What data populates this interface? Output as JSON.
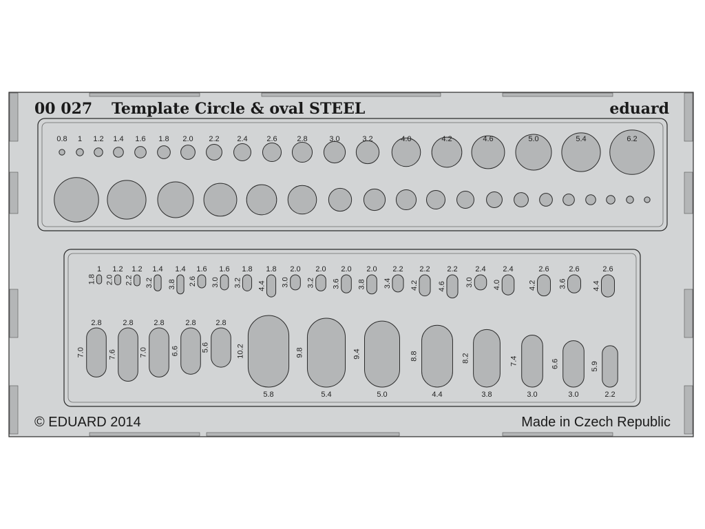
{
  "title": {
    "code": "00 027",
    "name": "Template Circle & oval STEEL",
    "brand": "eduard"
  },
  "footer": {
    "copyright": "© EDUARD 2014",
    "origin": "Made in Czech Republic"
  },
  "colors": {
    "background": "#ffffff",
    "plate": "#d2d4d5",
    "hole": "#b4b6b7",
    "outline": "#2a2a2a"
  },
  "circles_top_row": [
    "0.8",
    "1",
    "1.2",
    "1.4",
    "1.6",
    "1.8",
    "2.0",
    "2.2",
    "2.4",
    "2.6",
    "2.8",
    "3.0",
    "3.2",
    "4.0",
    "4.2",
    "4.6",
    "5.0",
    "5.4",
    "6.2"
  ],
  "circles_bottom_row": [
    "6.2",
    "5.4",
    "5.0",
    "4.6",
    "4.2",
    "4.0",
    "3.2",
    "3.0",
    "2.8",
    "2.6",
    "2.4",
    "2.2",
    "2.0",
    "1.8",
    "1.6",
    "1.4",
    "1.2",
    "1",
    "0.8"
  ],
  "small_ovals": [
    {
      "w": "1",
      "h": "1.8"
    },
    {
      "w": "1.2",
      "h": "2.0"
    },
    {
      "w": "1.2",
      "h": "2.2"
    },
    {
      "w": "1.4",
      "h": "3.2"
    },
    {
      "w": "1.4",
      "h": "3.8"
    },
    {
      "w": "1.6",
      "h": "2.6"
    },
    {
      "w": "1.6",
      "h": "3.0"
    },
    {
      "w": "1.8",
      "h": "3.2"
    },
    {
      "w": "1.8",
      "h": "4.4"
    },
    {
      "w": "2.0",
      "h": "3.0"
    },
    {
      "w": "2.0",
      "h": "3.2"
    },
    {
      "w": "2.0",
      "h": "3.6"
    },
    {
      "w": "2.0",
      "h": "3.8"
    },
    {
      "w": "2.2",
      "h": "3.4"
    },
    {
      "w": "2.2",
      "h": "4.2"
    },
    {
      "w": "2.2",
      "h": "4.6"
    },
    {
      "w": "2.4",
      "h": "3.0"
    },
    {
      "w": "2.4",
      "h": "4.0"
    },
    {
      "w": "2.6",
      "h": "4.2"
    },
    {
      "w": "2.6",
      "h": "3.6"
    },
    {
      "w": "2.6",
      "h": "4.4"
    }
  ],
  "left_ovals": [
    {
      "w": "2.8",
      "h": "7.0"
    },
    {
      "w": "2.8",
      "h": "7.6"
    },
    {
      "w": "2.8",
      "h": "7.0"
    },
    {
      "w": "2.8",
      "h": "6.6"
    },
    {
      "w": "2.8",
      "h": "5.6"
    }
  ],
  "large_ovals": [
    {
      "w": "5.8",
      "h": "10.2"
    },
    {
      "w": "5.4",
      "h": "9.8"
    },
    {
      "w": "5.0",
      "h": "9.4"
    },
    {
      "w": "4.4",
      "h": "8.8"
    },
    {
      "w": "3.8",
      "h": "8.2"
    },
    {
      "w": "3.0",
      "h": "7.4"
    },
    {
      "w": "3.0",
      "h": "6.6"
    },
    {
      "w": "2.2",
      "h": "5.9"
    }
  ]
}
